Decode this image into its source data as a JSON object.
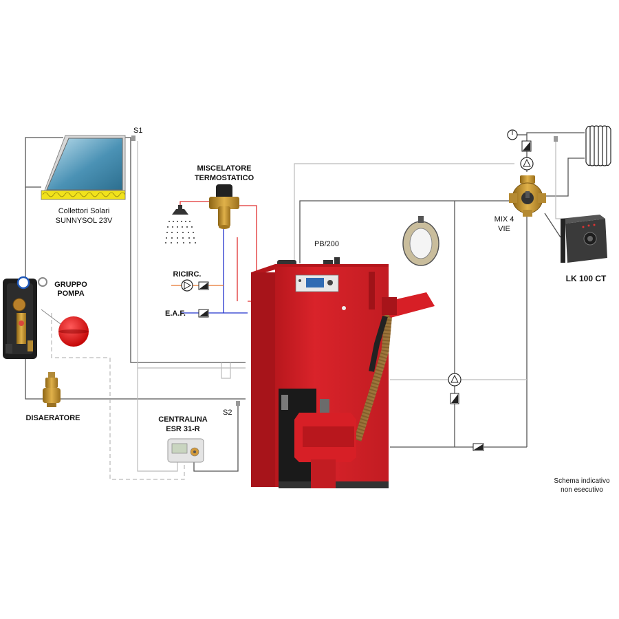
{
  "labels": {
    "s1": "S1",
    "s2": "S2",
    "collettori_1": "Collettori Solari",
    "collettori_2": "SUNNYSOL 23V",
    "miscelatore_1": "MISCELATORE",
    "miscelatore_2": "TERMOSTATICO",
    "ricirc": "RICIRC.",
    "eaf": "E.A.F.",
    "gruppo_1": "GRUPPO",
    "gruppo_2": "POMPA",
    "disaeratore": "DISAERATORE",
    "centralina_1": "CENTRALINA",
    "centralina_2": "ESR 31-R",
    "pb200": "PB/200",
    "mix_1": "MIX 4",
    "mix_2": "VIE",
    "lk": "LK 100 CT",
    "note_1": "Schema indicativo",
    "note_2": "non esecutivo"
  },
  "colors": {
    "boiler": "#d71f26",
    "boiler_dark": "#a0161b",
    "hot_pipe": "#e03030",
    "cold_pipe": "#2233cc",
    "recirc_pipe": "#e8732e",
    "pipe": "#555555",
    "light_pipe": "#bbbbbb",
    "brass": "#c9962f",
    "solar_panel": "#3f86a8"
  }
}
